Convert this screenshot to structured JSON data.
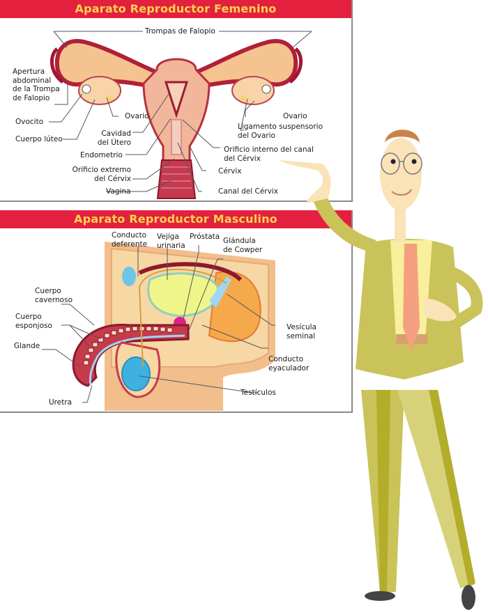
{
  "female_panel": {
    "title": "Aparato Reproductor Femenino",
    "labels": {
      "trompas": "Trompas de Falopio",
      "apertura": "Apertura\nabdominal\nde la Trompa\nde Falopio",
      "ovocito": "Ovocito",
      "cuerpo_luteo": "Cuerpo lúteo",
      "ovario_left": "Ovario",
      "cavidad": "Cavidad\ndel Útero",
      "endometrio": "Endometrio",
      "orificio_extremo": "Orificio extremo\ndel Cérvix",
      "vagina": "Vagina",
      "ovario_right": "Ovario",
      "ligamento": "Ligamento suspensorio\ndel Ovario",
      "orificio_interno": "Orificio interno del canal\ndel Cérvix",
      "cervix": "Cérvix",
      "canal_cervix": "Canal del Cérvix"
    }
  },
  "male_panel": {
    "title": "Aparato Reproductor Masculino",
    "labels": {
      "conducto_deferente": "Conducto\ndeferente",
      "vejiga": "Vejíga\nurinaria",
      "prostata": "Próstata",
      "cowper": "Glándula\nde Cowper",
      "cuerpo_cavernoso": "Cuerpo\ncavernoso",
      "cuerpo_esponjoso": "Cuerpo\nesponjoso",
      "glande": "Glande",
      "uretra": "Uretra",
      "vesicula": "Vesícula\nseminal",
      "conducto_eyaculador": "Conducto\neyaculador",
      "testiculos": "Testículos"
    }
  },
  "colors": {
    "header_bg": "#e3213f",
    "header_text": "#fcd34d",
    "suit": "#c9c35a",
    "suit_dark": "#b3ad2a",
    "tie": "#f4a080",
    "shirt": "#f9ef9c"
  }
}
